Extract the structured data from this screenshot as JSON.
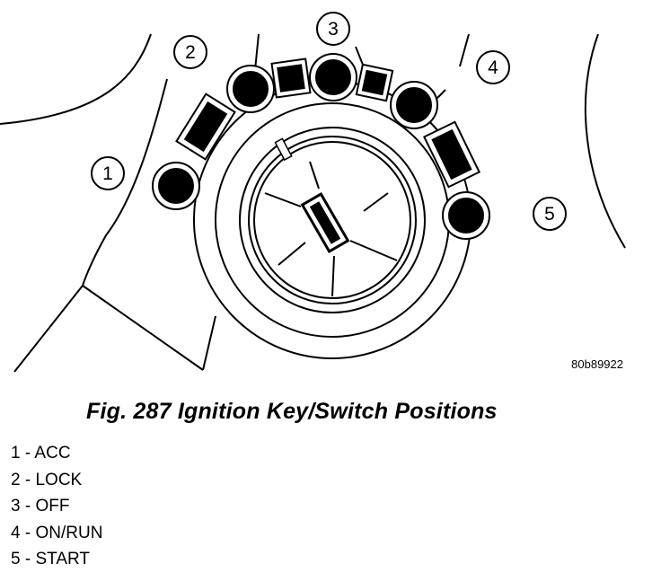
{
  "figure": {
    "code": "80b89922",
    "caption": "Fig. 287 Ignition Key/Switch Positions",
    "callouts": [
      "1",
      "2",
      "3",
      "4",
      "5"
    ]
  },
  "legend": [
    {
      "num": "1",
      "label": "ACC"
    },
    {
      "num": "2",
      "label": "LOCK"
    },
    {
      "num": "3",
      "label": "OFF"
    },
    {
      "num": "4",
      "label": "ON/RUN"
    },
    {
      "num": "5",
      "label": "START"
    }
  ]
}
